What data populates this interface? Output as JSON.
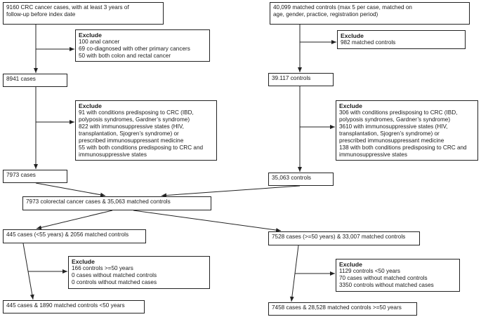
{
  "boxes": {
    "crc_cases": {
      "lines": [
        "9160 CRC cancer cases, with at least 3 years of",
        "follow-up before index date"
      ]
    },
    "matched_controls": {
      "lines": [
        "40,099 matched controls (max 5 per case, matched on",
        "age, gender, practice, registration period)"
      ]
    },
    "excl_cases_1": {
      "title": "Exclude",
      "lines": [
        "100 anal cancer",
        "69 co-diagnosed with other primary cancers",
        "50 with both colon and rectal cancer"
      ]
    },
    "excl_controls_1": {
      "title": "Exclude",
      "lines": [
        "982 matched controls"
      ]
    },
    "cases_8941": {
      "lines": [
        "8941 cases"
      ]
    },
    "controls_39117": {
      "lines": [
        "39.117 controls"
      ]
    },
    "excl_cases_2": {
      "title": "Exclude",
      "lines": [
        "91 with conditions predisposing to CRC (IBD,",
        "polyposis syndromes, Gardner’s syndrome)",
        "822 with immunosuppressive states (HIV,",
        "transplantation, Sjogren’s syndrome) or",
        "prescribed immunosuppressant medicine",
        "55 with both conditions predisposing to CRC and",
        "immunosuppressive states"
      ]
    },
    "excl_controls_2": {
      "title": "Exclude",
      "lines": [
        "306 with conditions predisposing to CRC (IBD,",
        "polyposis syndromes, Gardner’s syndrome)",
        "3610 with immunosuppressive states (HIV,",
        "transplantation, Sjogren’s syndrome) or",
        "prescribed immunosuppressant medicine",
        "138 with both conditions predisposing to CRC and",
        "immunosuppressive states"
      ]
    },
    "cases_7973": {
      "lines": [
        "7973 cases"
      ]
    },
    "controls_35063": {
      "lines": [
        "35,063 controls"
      ]
    },
    "combined": {
      "lines": [
        "7973 colorectal cancer cases & 35,063 matched controls"
      ]
    },
    "young": {
      "lines": [
        "445 cases (<55 years) & 2056 matched controls"
      ]
    },
    "old": {
      "lines": [
        "7528 cases (>=50 years) & 33,007 matched controls"
      ]
    },
    "excl_young": {
      "title": "Exclude",
      "lines": [
        "166 controls >=50 years",
        "0 cases without matched controls",
        "0 controls without matched cases"
      ]
    },
    "excl_old": {
      "title": "Exclude",
      "lines": [
        "1129 controls <50 years",
        "70 cases without matched controls",
        "3350 controls without matched cases"
      ]
    },
    "young_final": {
      "lines": [
        "445 cases & 1890 matched controls <50 years"
      ]
    },
    "old_final": {
      "lines": [
        "7458 cases & 28,528 matched controls >=50 years"
      ]
    }
  }
}
